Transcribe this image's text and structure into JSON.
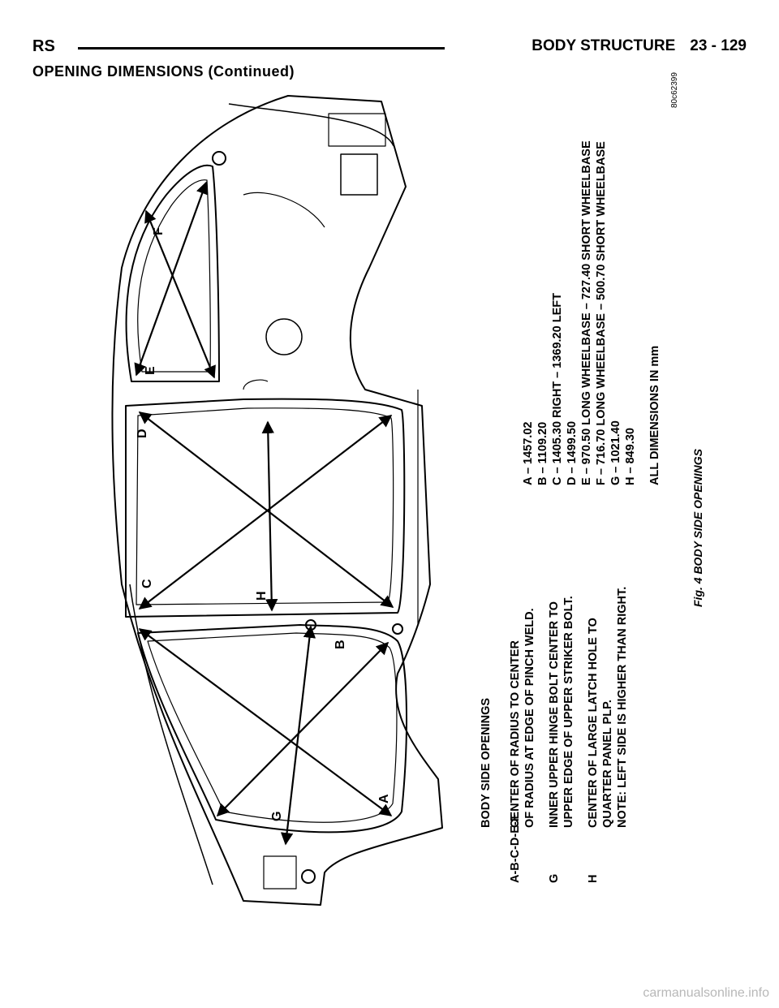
{
  "header": {
    "manual_code": "RS",
    "section_title": "BODY STRUCTURE",
    "page_number": "23 - 129"
  },
  "subtitle": "OPENING DIMENSIONS (Continued)",
  "figure": {
    "image_id": "80c62399",
    "caption": "Fig. 4 BODY SIDE OPENINGS",
    "callouts": [
      "A",
      "B",
      "C",
      "D",
      "E",
      "F",
      "G",
      "H"
    ],
    "legend_title": "BODY SIDE OPENINGS",
    "legend_rows": [
      {
        "key": "A-B-C-D-E-F",
        "text": "CENTER OF RADIUS TO CENTER"
      },
      {
        "key": "",
        "text": "OF RADIUS AT EDGE OF PINCH WELD."
      },
      {
        "key": "G",
        "text": "INNER UPPER HINGE BOLT CENTER TO"
      },
      {
        "key": "",
        "text": "UPPER EDGE OF UPPER STRIKER BOLT."
      },
      {
        "key": "H",
        "text": "CENTER OF LARGE LATCH HOLE TO"
      },
      {
        "key": "",
        "text": "QUARTER PANEL PLP."
      },
      {
        "key": "",
        "text": "NOTE:  LEFT SIDE IS HIGHER THAN RIGHT."
      }
    ],
    "dimensions": [
      "A  –  1457.02",
      "B  –  1109.20",
      "C  –  1405.30 RIGHT  – 1369.20 LEFT",
      "D  –  1499.50",
      "E  –   970.50 LONG WHEELBASE  – 727.40 SHORT WHEELBASE",
      "F  –   716.70 LONG WHEELBASE  – 500.70 SHORT WHEELBASE",
      "G  –  1021.40",
      "H  –   849.30"
    ],
    "units_note": "ALL DIMENSIONS IN mm"
  },
  "watermark": "carmanualsonline.info"
}
